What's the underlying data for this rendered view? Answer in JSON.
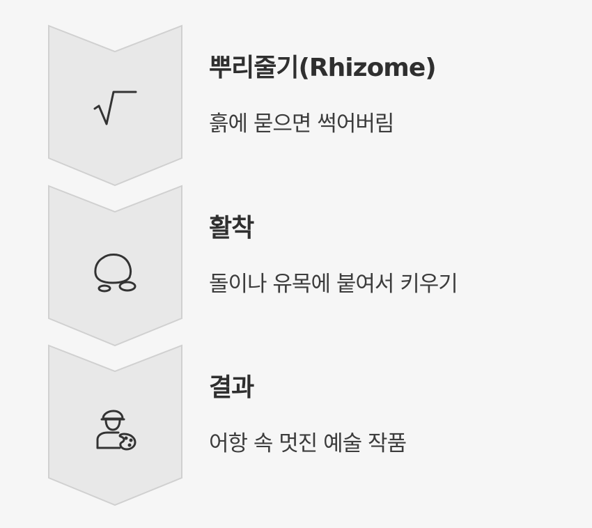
{
  "steps": [
    {
      "title": "뿌리줄기(Rhizome)",
      "description": "흙에 묻으면 썩어버림",
      "icon": "square-root-icon"
    },
    {
      "title": "활착",
      "description": "돌이나 유목에 붙여서 키우기",
      "icon": "rock-icon"
    },
    {
      "title": "결과",
      "description": "어항 속 멋진 예술 작품",
      "icon": "artist-palette-icon"
    }
  ],
  "colors": {
    "background": "#f6f6f6",
    "chevron_fill": "#e8e8e8",
    "chevron_stroke": "#d0d0d0",
    "icon_stroke": "#333333",
    "title_text": "#2f2f2f",
    "description_text": "#3c3c3c"
  }
}
